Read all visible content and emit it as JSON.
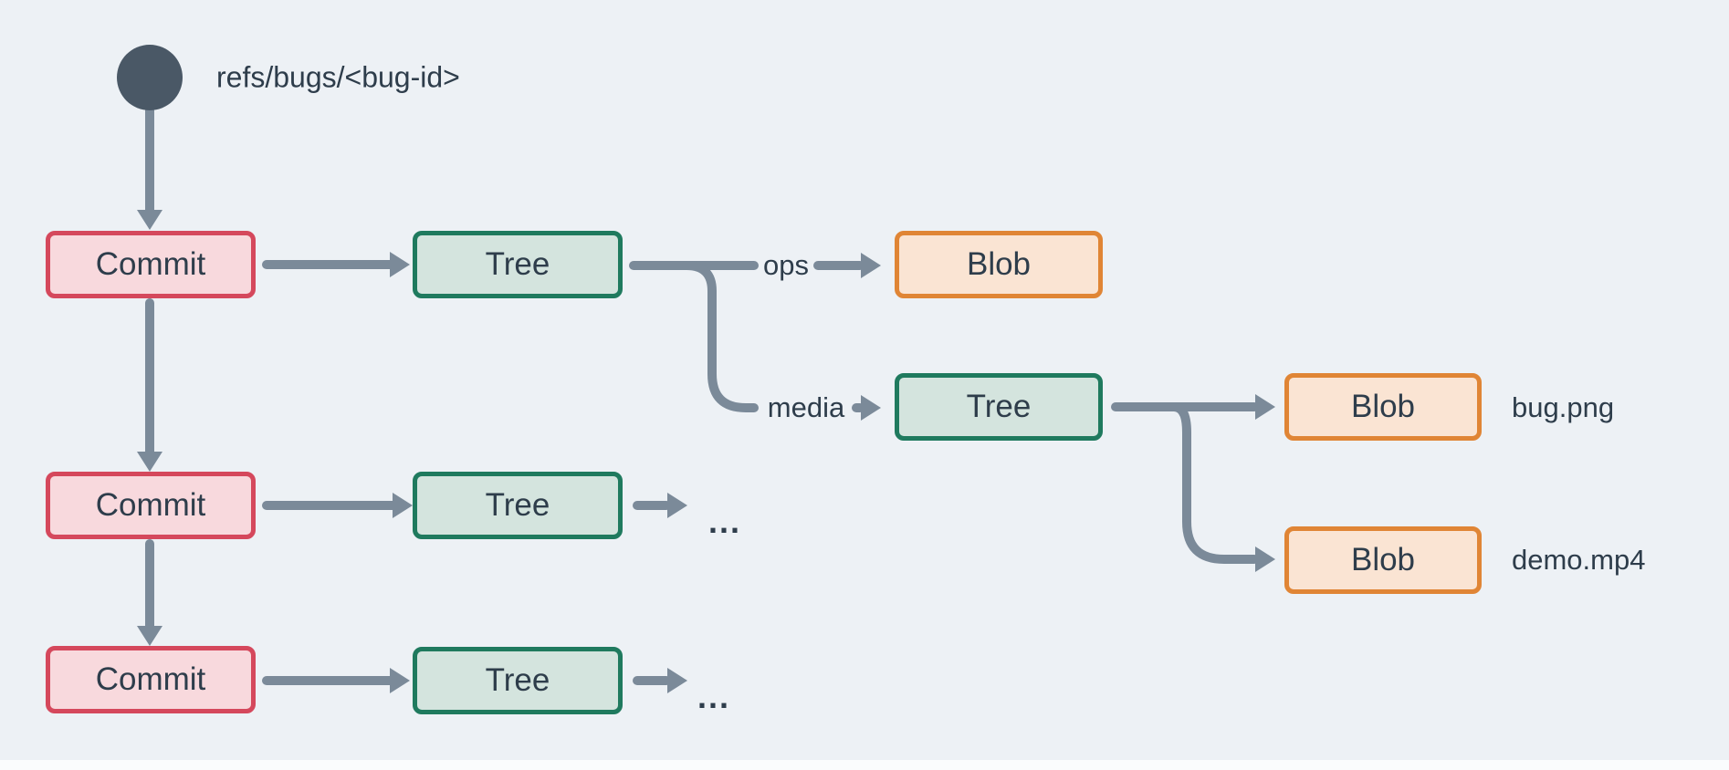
{
  "diagram": {
    "ref": {
      "label": "refs/bugs/<bug-id>"
    },
    "commits": [
      {
        "label": "Commit"
      },
      {
        "label": "Commit"
      },
      {
        "label": "Commit"
      }
    ],
    "trees": {
      "root1": {
        "label": "Tree"
      },
      "media": {
        "label": "Tree"
      },
      "root2": {
        "label": "Tree"
      },
      "root3": {
        "label": "Tree"
      }
    },
    "blobs": {
      "ops": {
        "label": "Blob"
      },
      "bug": {
        "label": "Blob",
        "file": "bug.png"
      },
      "demo": {
        "label": "Blob",
        "file": "demo.mp4"
      }
    },
    "edge_labels": {
      "ops": "ops",
      "media": "media"
    },
    "ellipses": [
      "...",
      "..."
    ],
    "colors": {
      "background": "#edf1f5",
      "commit_fill": "#f8d9dd",
      "commit_border": "#d5485c",
      "tree_fill": "#d4e4de",
      "tree_border": "#1f7a5e",
      "blob_fill": "#fae4d3",
      "blob_border": "#e08535",
      "connector": "#7b8a99",
      "ref_circle": "#4a5866",
      "text": "#2e3d4b"
    }
  }
}
